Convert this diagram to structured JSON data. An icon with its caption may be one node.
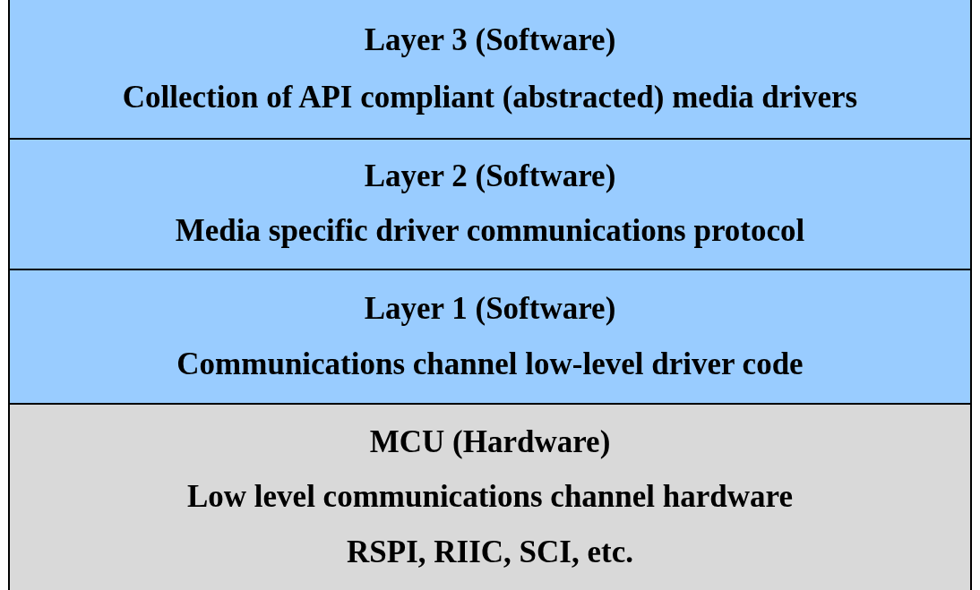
{
  "diagram": {
    "nodes": [
      {
        "text": [
          "Layer 3 (Software)",
          "Collection of API compliant (abstracted) media drivers"
        ]
      },
      {
        "text": [
          "Layer 2 (Software)",
          "Media specific driver communications protocol"
        ]
      },
      {
        "text": [
          "Layer 1 (Software)",
          "Communications channel low-level driver code"
        ]
      },
      {
        "text": [
          "MCU (Hardware)",
          "Low level communications channel hardware",
          "RSPI, RIIC, SCI, etc."
        ]
      }
    ]
  }
}
